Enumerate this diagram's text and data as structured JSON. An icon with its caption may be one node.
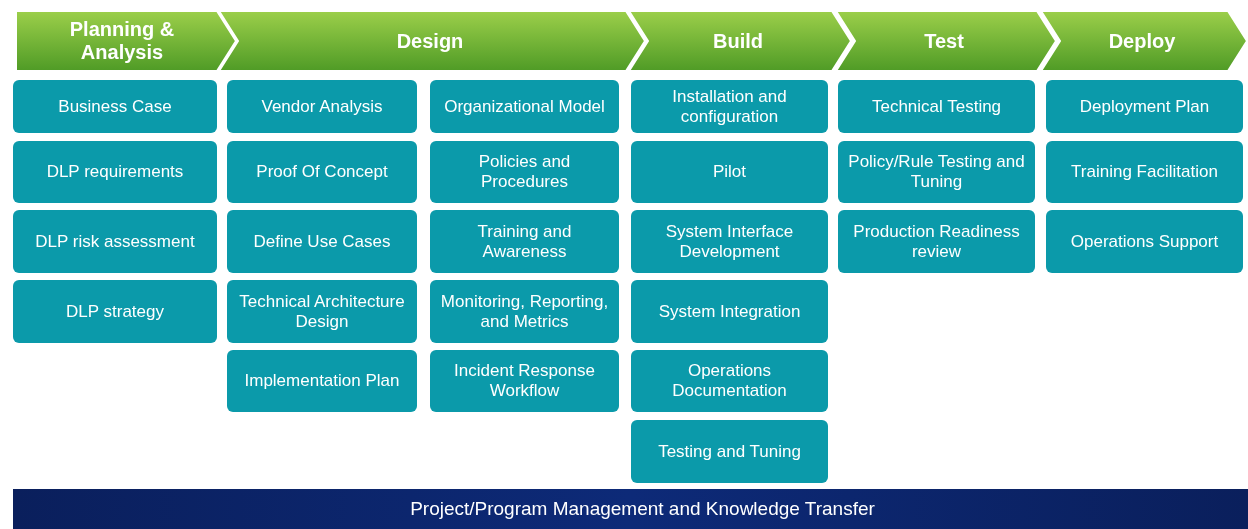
{
  "diagram": {
    "nodes": [
      {
        "text": [
          "Planning & Analysis"
        ]
      },
      {
        "text": [
          "Design"
        ]
      },
      {
        "text": [
          "Build"
        ]
      },
      {
        "text": [
          "Test"
        ]
      },
      {
        "text": [
          "Deploy"
        ]
      },
      {
        "text": [
          "Business Case"
        ]
      },
      {
        "text": [
          "DLP requirements"
        ]
      },
      {
        "text": [
          "DLP risk assessment"
        ]
      },
      {
        "text": [
          "DLP strategy"
        ]
      },
      {
        "text": [
          "Vendor Analysis"
        ]
      },
      {
        "text": [
          "Proof Of Concept"
        ]
      },
      {
        "text": [
          "Define Use Cases"
        ]
      },
      {
        "text": [
          "Technical Architecture Design"
        ]
      },
      {
        "text": [
          "Implementation Plan"
        ]
      },
      {
        "text": [
          "Organizational Model"
        ]
      },
      {
        "text": [
          "Policies and Procedures"
        ]
      },
      {
        "text": [
          "Training and Awareness"
        ]
      },
      {
        "text": [
          "Monitoring, Reporting, and Metrics"
        ]
      },
      {
        "text": [
          "Incident Response Workflow"
        ]
      },
      {
        "text": [
          "Installation and configuration"
        ]
      },
      {
        "text": [
          "Pilot"
        ]
      },
      {
        "text": [
          "System Interface Development"
        ]
      },
      {
        "text": [
          "System Integration"
        ]
      },
      {
        "text": [
          "Operations Documentation"
        ]
      },
      {
        "text": [
          "Testing and Tuning"
        ]
      },
      {
        "text": [
          "Technical Testing"
        ]
      },
      {
        "text": [
          "Policy/Rule Testing and Tuning"
        ]
      },
      {
        "text": [
          "Production Readiness review"
        ]
      },
      {
        "text": [
          "Deployment Plan"
        ]
      },
      {
        "text": [
          "Training Facilitation"
        ]
      },
      {
        "text": [
          "Operations Support"
        ]
      },
      {
        "text": [
          "Project/Program Management and Knowledge Transfer"
        ]
      }
    ]
  }
}
